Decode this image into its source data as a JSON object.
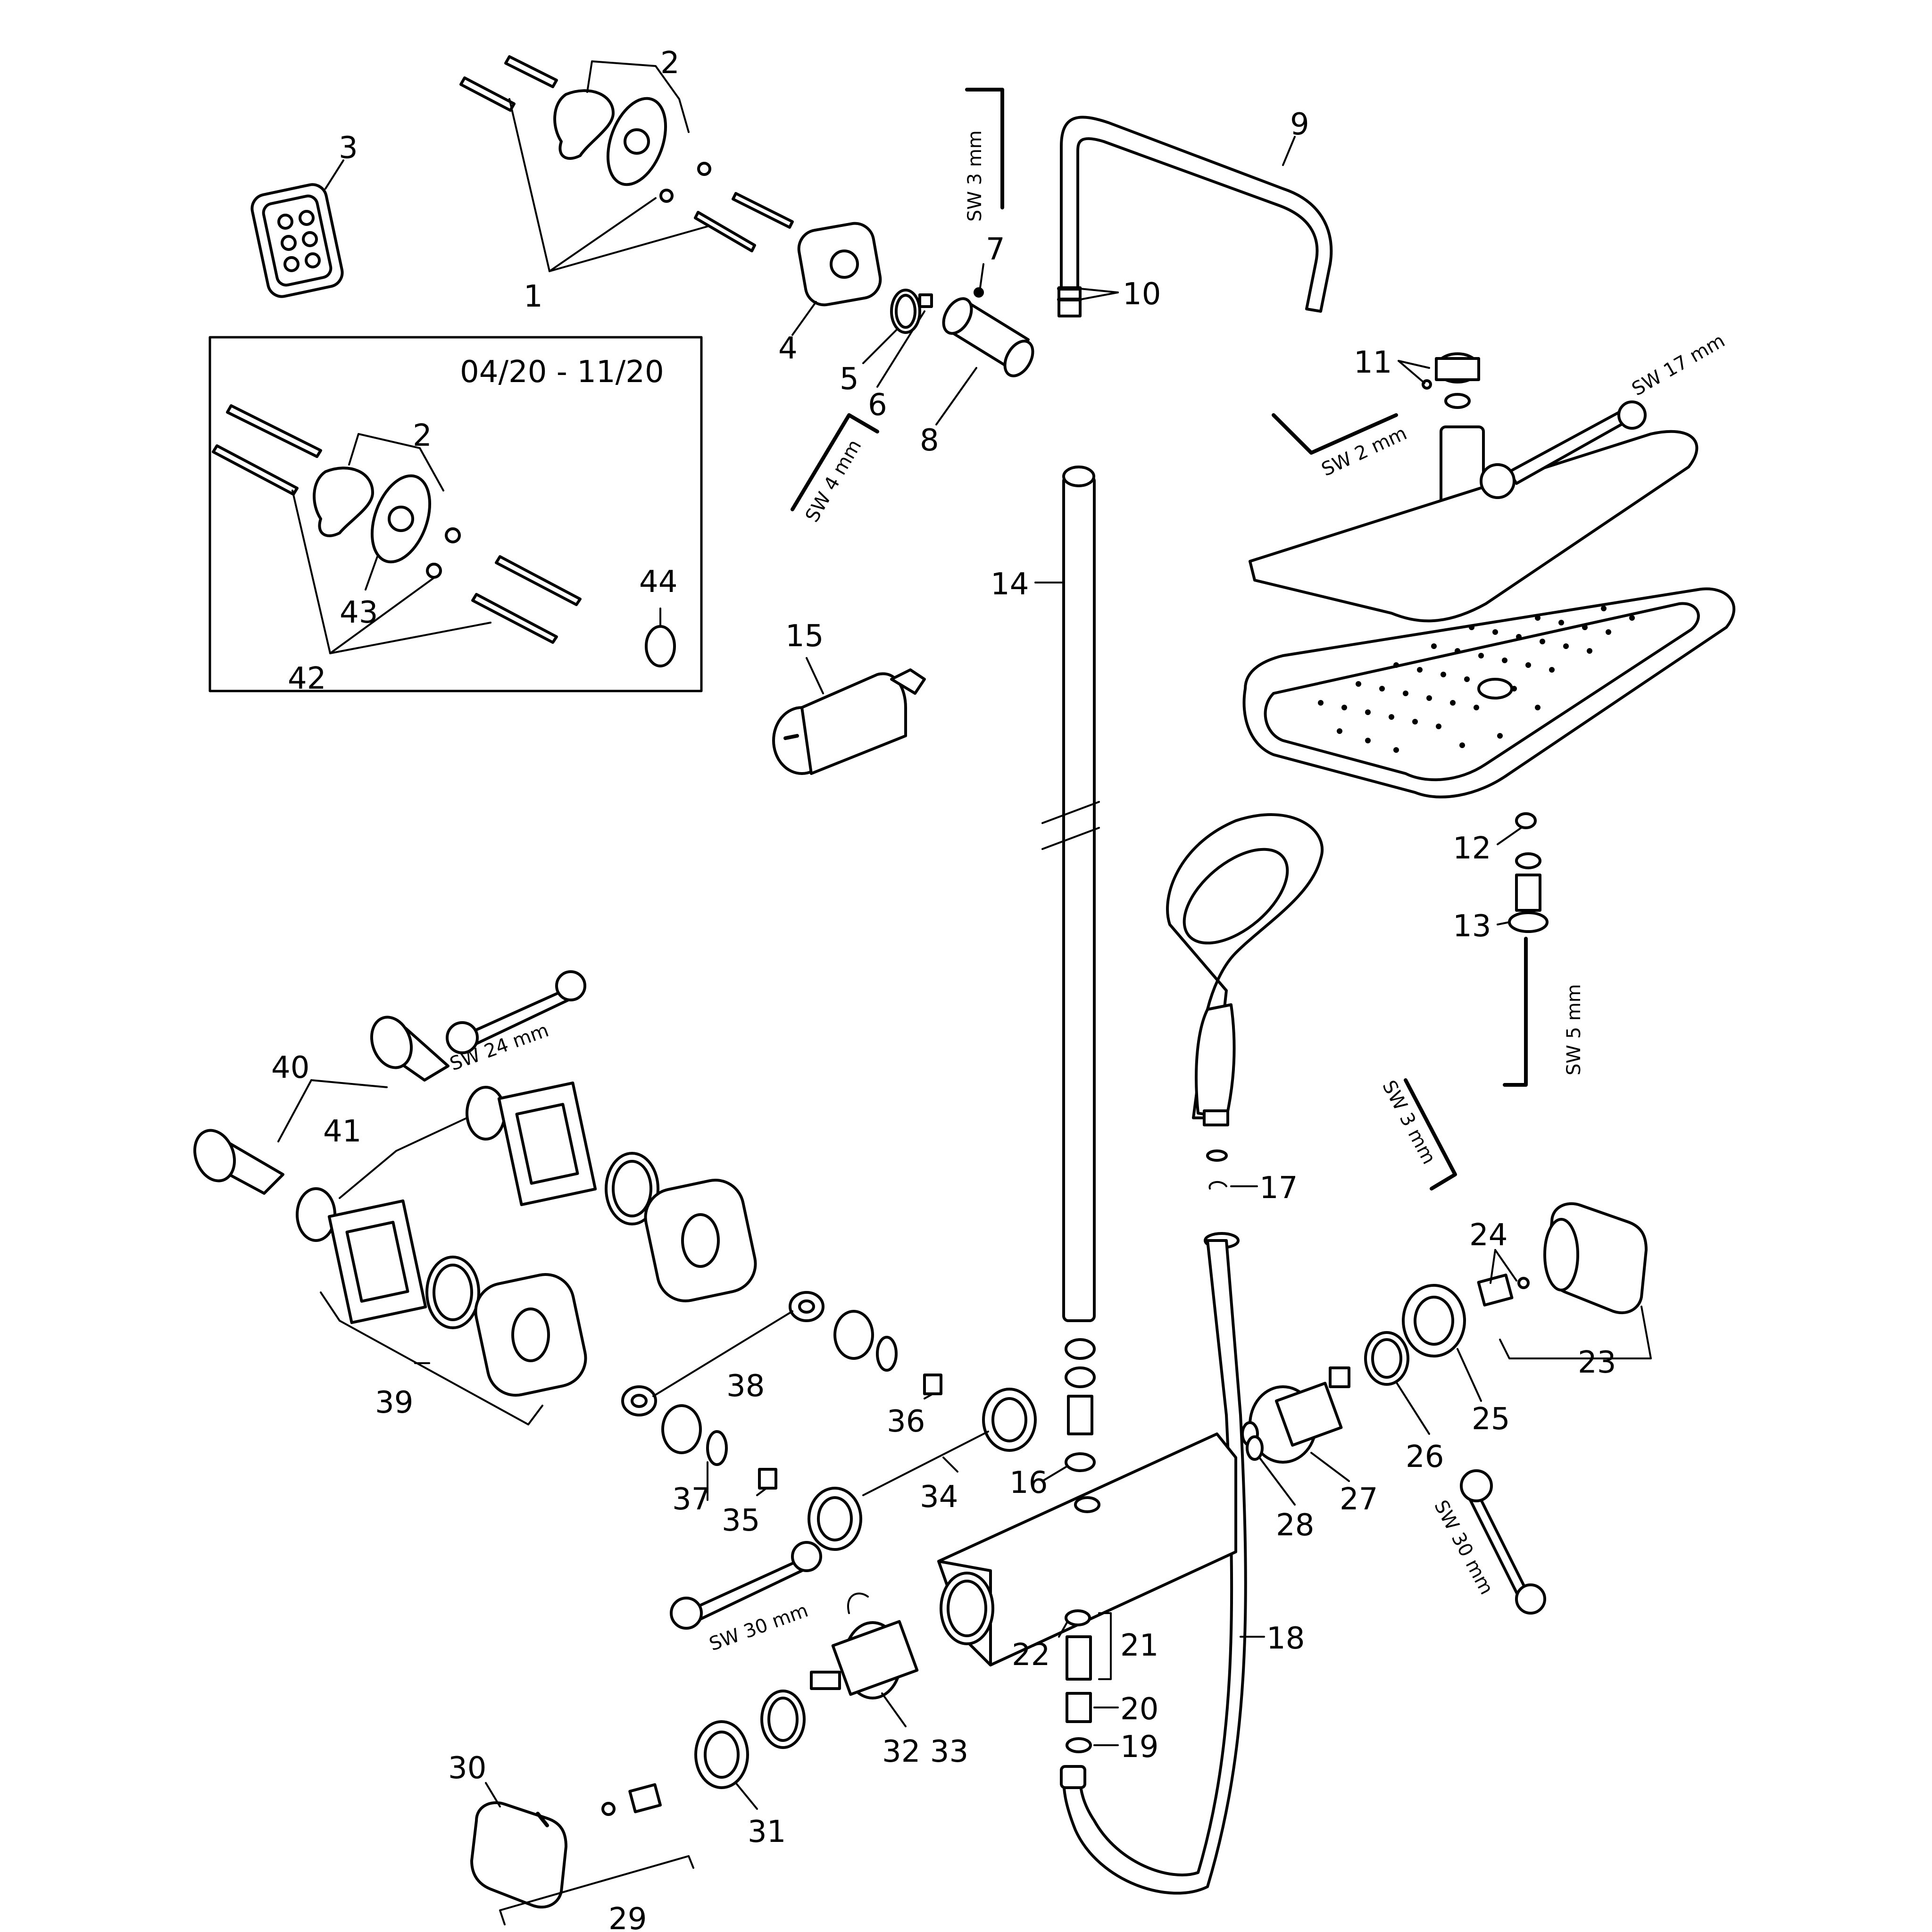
{
  "labels": {
    "n1": "1",
    "n2": "2",
    "n2b": "2",
    "n3": "3",
    "n4": "4",
    "n5": "5",
    "n6": "6",
    "n7": "7",
    "n8": "8",
    "n9": "9",
    "n10": "10",
    "n11": "11",
    "n12": "12",
    "n13": "13",
    "n14": "14",
    "n15": "15",
    "n16": "16",
    "n17": "17",
    "n18": "18",
    "n19": "19",
    "n20": "20",
    "n21": "21",
    "n22": "22",
    "n23": "23",
    "n24": "24",
    "n25": "25",
    "n26": "26",
    "n27": "27",
    "n28": "28",
    "n29": "29",
    "n30": "30",
    "n31": "31",
    "n3233": "32 33",
    "n34": "34",
    "n35": "35",
    "n36": "36",
    "n37": "37",
    "n38": "38",
    "n39": "39",
    "n40": "40",
    "n41": "41",
    "n42": "42",
    "n43": "43",
    "n44": "44"
  },
  "inset_label": "04/20 - 11/20",
  "tools": {
    "sw3_top": "SW 3 mm",
    "sw4": "SW 4 mm",
    "sw17": "SW 17 mm",
    "sw2": "SW 2 mm",
    "sw5": "SW 5 mm",
    "sw24": "SW 24 mm",
    "sw3_right": "SW 3 mm",
    "sw30_left": "SW 30 mm",
    "sw30_right": "SW 30 mm"
  }
}
